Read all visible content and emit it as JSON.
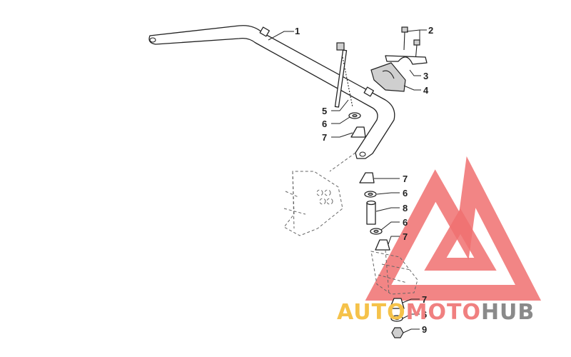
{
  "diagram": {
    "callouts": [
      {
        "id": "c1",
        "label": "1"
      },
      {
        "id": "c2",
        "label": "2"
      },
      {
        "id": "c3",
        "label": "3"
      },
      {
        "id": "c4",
        "label": "4"
      },
      {
        "id": "c5",
        "label": "5"
      },
      {
        "id": "c6a",
        "label": "6"
      },
      {
        "id": "c7a",
        "label": "7"
      },
      {
        "id": "c7b",
        "label": "7"
      },
      {
        "id": "c6b",
        "label": "6"
      },
      {
        "id": "c8",
        "label": "8"
      },
      {
        "id": "c6c",
        "label": "6"
      },
      {
        "id": "c7c",
        "label": "7"
      },
      {
        "id": "c7d",
        "label": "7"
      },
      {
        "id": "c6d",
        "label": "6"
      },
      {
        "id": "c9",
        "label": "9"
      }
    ]
  },
  "watermark": {
    "word_part1": "AUTO",
    "word_part2": "MOTO",
    "word_part3": "HUB",
    "colors": {
      "part1": "#f5c24a",
      "part2": "#f08080",
      "part3": "#8a8a8a",
      "triangle": "#f07070"
    }
  }
}
